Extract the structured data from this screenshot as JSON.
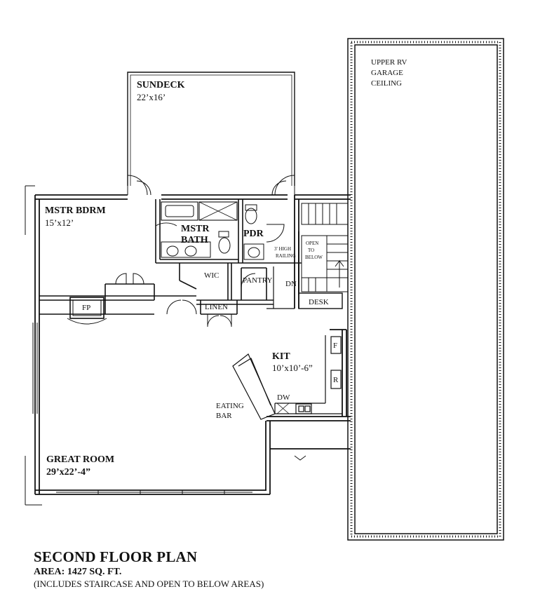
{
  "plan": {
    "labels": {
      "sundeck": {
        "name": "SUNDECK",
        "size": "22’x16’"
      },
      "master_bedroom": {
        "name": "MSTR BDRM",
        "size": "15’x12’"
      },
      "master_bath": {
        "line1": "MSTR",
        "line2": "BATH"
      },
      "powder": "PDR",
      "walk_in_closet": "WIC",
      "pantry": "PANTRY",
      "linen": "LINEN",
      "fireplace": "FP",
      "desk": "DESK",
      "down": "DN",
      "railing": {
        "line1": "3' HIGH",
        "line2": "RAILING"
      },
      "open_to_below": {
        "line1": "OPEN",
        "line2": "TO",
        "line3": "BELOW"
      },
      "kitchen": {
        "name": "KIT",
        "size": "10’x10’-6”"
      },
      "fridge": "F",
      "range": "R",
      "dishwasher": "DW",
      "eating_bar": {
        "line1": "EATING",
        "line2": "BAR"
      },
      "great_room": {
        "name": "GREAT ROOM",
        "size": "29’x22’-4”"
      },
      "rv_garage": {
        "line1": "UPPER RV",
        "line2": "GARAGE",
        "line3": "CEILING"
      }
    }
  },
  "caption": {
    "title": "SECOND FLOOR PLAN",
    "area": "AREA: 1427 SQ. FT.",
    "note": "(INCLUDES STAIRCASE AND OPEN TO BELOW AREAS)"
  }
}
